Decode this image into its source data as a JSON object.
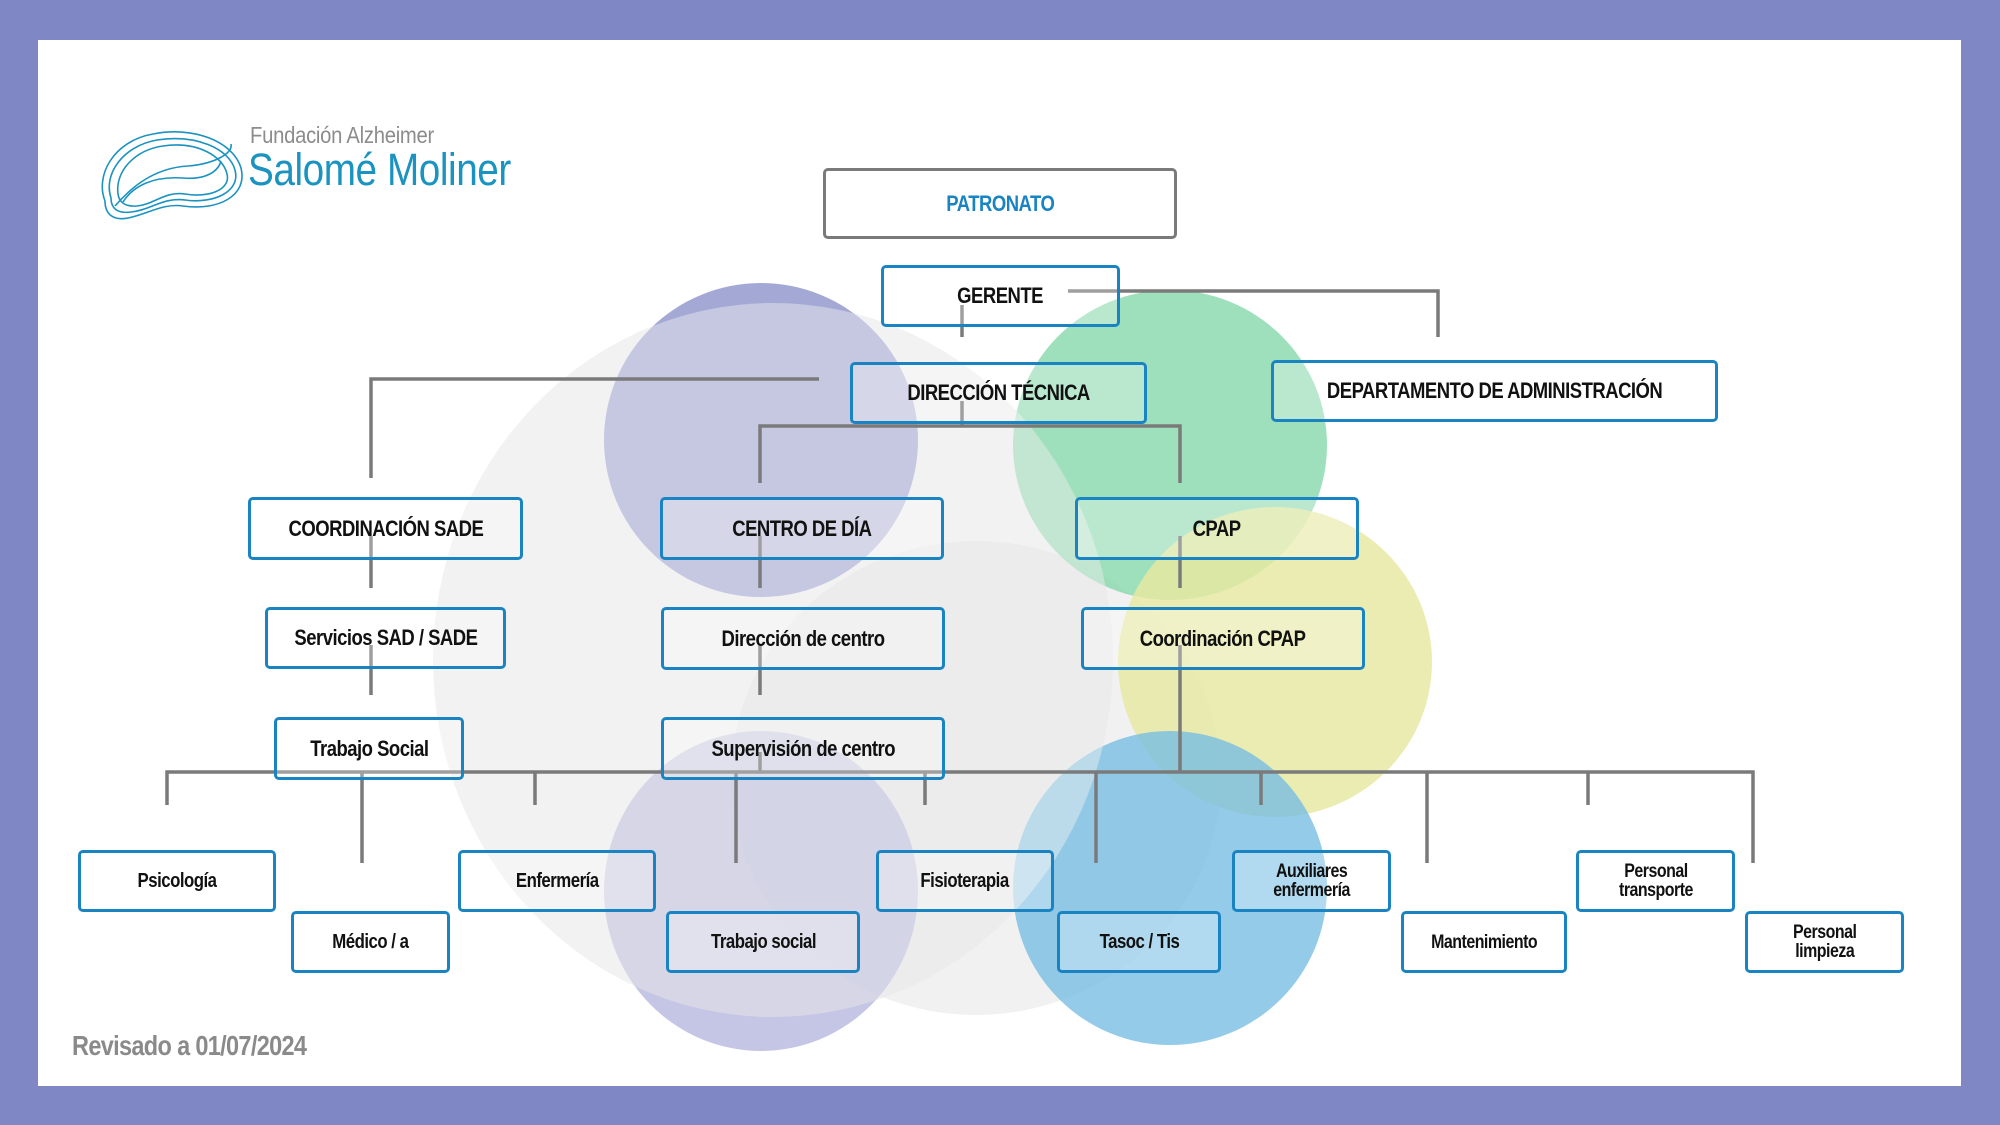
{
  "logo": {
    "line1": "Fundación Alzheimer",
    "line2": "Salomé Moliner"
  },
  "boxes": {
    "patronato": "PATRONATO",
    "gerente": "GERENTE",
    "direccion_tecnica": "DIRECCIÓN TÉCNICA",
    "departamento_administracion": "DEPARTAMENTO DE ADMINISTRACIÓN",
    "coordinacion_sade": "COORDINACIÓN SADE",
    "centro_de_dia": "CENTRO DE DÍA",
    "cpap": "CPAP",
    "servicios_sad_sade": "Servicios SAD / SADE",
    "direccion_de_centro": "Dirección de centro",
    "coordinacion_cpap": "Coordinación CPAP",
    "trabajo_social_sade": "Trabajo Social",
    "supervision_de_centro": "Supervisión de centro",
    "psicologia": "Psicología",
    "medico": "Médico / a",
    "enfermeria": "Enfermería",
    "trabajo_social": "Trabajo social",
    "fisioterapia": "Fisioterapia",
    "tasoc_tis": "Tasoc / Tis",
    "auxiliares_enfermeria": "Auxiliares\nenfermería",
    "mantenimiento": "Mantenimiento",
    "personal_transporte": "Personal\ntransporte",
    "personal_limpieza": "Personal\nlimpieza"
  },
  "footer": {
    "revised": "Revisado a 01/07/2024"
  },
  "colors": {
    "frame": "#7f88c4",
    "box_border_blue": "#1a83c2",
    "box_border_grey": "#7a7a7a",
    "connector": "#7a7a7a",
    "circle_purple": "#7f88c4",
    "circle_green": "#7fd6a6",
    "circle_yellow": "#e6e8a0",
    "circle_blue": "#74bde3",
    "circle_grey": "#e5e5e5",
    "logo_teal": "#1b93c0"
  }
}
